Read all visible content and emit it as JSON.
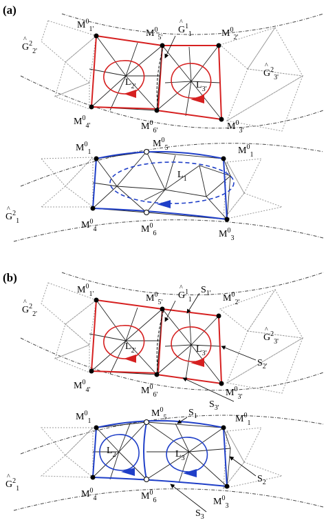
{
  "figure": {
    "panel_a": {
      "label": "(a)"
    },
    "panel_b": {
      "label": "(b)"
    }
  },
  "labels": {
    "G": "G",
    "G_hat_mark": "^",
    "M": "M",
    "L": "L",
    "S": "S",
    "sup_0": "0",
    "sup_1": "1",
    "sup_2": "2",
    "sub_1p": "1'",
    "sub_2p": "2'",
    "sub_3p": "3'",
    "sub_4p": "4'",
    "sub_5p": "5'",
    "sub_6p": "6'",
    "sub_1": "1",
    "sub_2": "2",
    "sub_3": "3",
    "sub_4": "4",
    "sub_5": "5",
    "sub_6": "6"
  },
  "colors": {
    "red_region": "#d62020",
    "blue_region": "#1f3fc8",
    "mesh": "#222222",
    "dotted": "#888888"
  }
}
